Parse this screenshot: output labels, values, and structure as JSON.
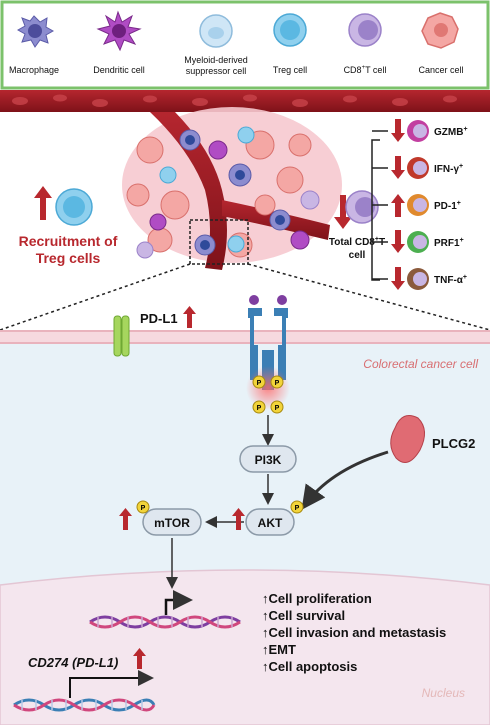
{
  "legend": {
    "items": [
      {
        "label_lines": [
          "Macrophage"
        ]
      },
      {
        "label_lines": [
          "Dendritic cell"
        ]
      },
      {
        "label_lines": [
          "Myeloid-derived",
          "suppressor cell"
        ]
      },
      {
        "label_lines": [
          "Treg cell"
        ]
      },
      {
        "label_main": "CD8",
        "label_sup": "+",
        "label_rest": "T cell"
      },
      {
        "label_lines": [
          "Cancer cell"
        ]
      }
    ]
  },
  "treg": {
    "line1": "Recruitment of",
    "line2": "Treg cells"
  },
  "cd8": {
    "line1_main": "Total CD8",
    "line1_sup": "+",
    "line1_rest": "T",
    "line2": "cell"
  },
  "markers": [
    {
      "name": "GZMB",
      "sup": "+",
      "direction": "down",
      "color": "#c23fa0"
    },
    {
      "name": "IFN-γ",
      "sup": "+",
      "direction": "down",
      "color": "#c0392b"
    },
    {
      "name": "PD-1",
      "sup": "+",
      "direction": "up",
      "color": "#e08a2e"
    },
    {
      "name": "PRF1",
      "sup": "+",
      "direction": "down",
      "color": "#4caf50"
    },
    {
      "name": "TNF-α",
      "sup": "+",
      "direction": "down",
      "color": "#8b5a3c"
    }
  ],
  "pathway": {
    "pdl1_label": "PD-L1",
    "cell_label": "Colorectal cancer cell",
    "pi3k": "PI3K",
    "akt": "AKT",
    "mtor": "mTOR",
    "plcg2": "PLCG2",
    "phospho": "P"
  },
  "outcomes": [
    "Cell proliferation",
    "Cell survival",
    "Cell invasion and metastasis",
    "EMT",
    "Cell apoptosis"
  ],
  "gene": {
    "label": "CD274 (PD-L1)"
  },
  "nucleus_label": "Nucleus",
  "colors": {
    "legend_border": "#7cc26b",
    "vessel": "#9b1b24",
    "arrow_red": "#b8282e",
    "membrane": "#f6d9df",
    "cytoplasm": "#e8f2f8",
    "nucleus": "#f4e6ee",
    "node_fill": "#dfe7ef"
  }
}
